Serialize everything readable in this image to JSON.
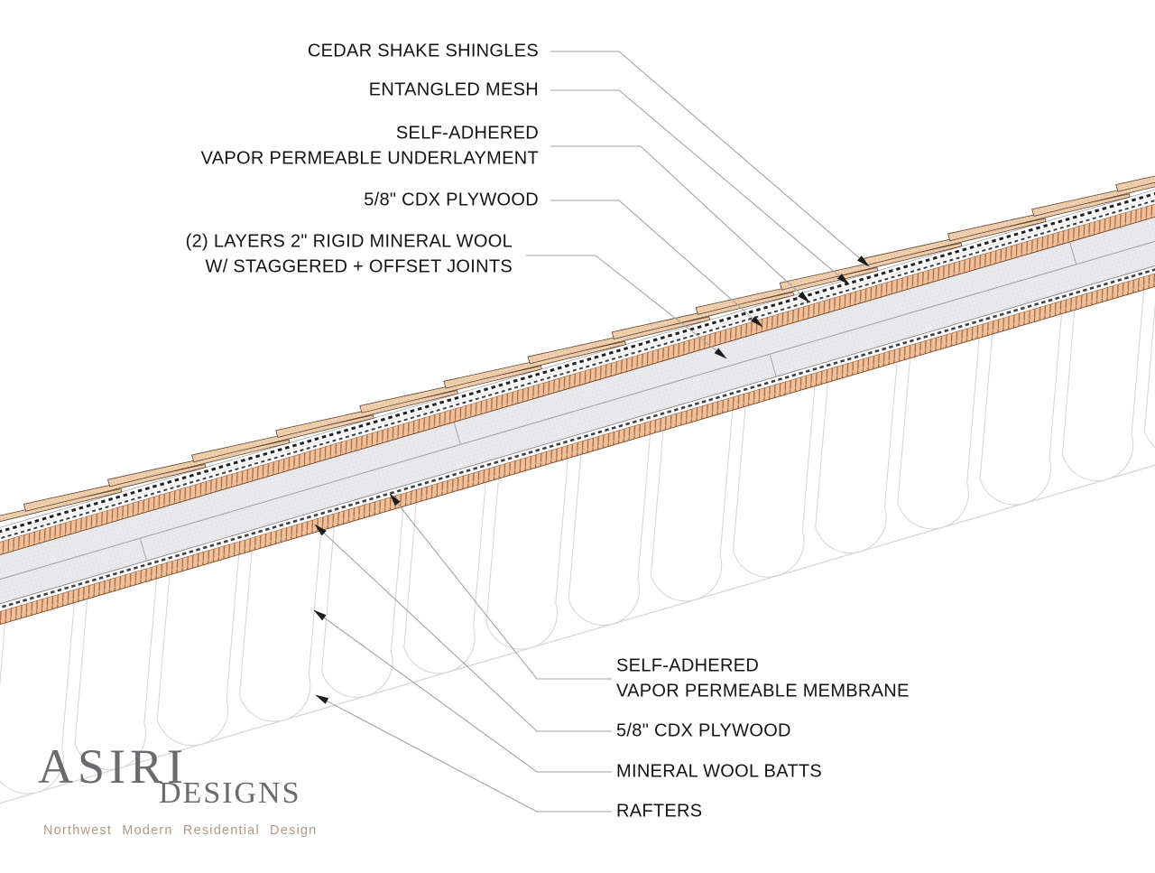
{
  "labels": {
    "top": [
      {
        "lines": [
          "CEDAR SHAKE SHINGLES"
        ]
      },
      {
        "lines": [
          "ENTANGLED MESH"
        ]
      },
      {
        "lines": [
          "SELF-ADHERED",
          "VAPOR PERMEABLE UNDERLAYMENT"
        ]
      },
      {
        "lines": [
          "5/8\" CDX PLYWOOD"
        ]
      },
      {
        "lines": [
          "(2) LAYERS 2\" RIGID MINERAL WOOL",
          "W/ STAGGERED + OFFSET JOINTS"
        ]
      }
    ],
    "bottom": [
      {
        "lines": [
          "SELF-ADHERED",
          "VAPOR PERMEABLE MEMBRANE"
        ]
      },
      {
        "lines": [
          "5/8\" CDX PLYWOOD"
        ]
      },
      {
        "lines": [
          "MINERAL WOOL BATTS"
        ]
      },
      {
        "lines": [
          "RAFTERS"
        ]
      }
    ]
  },
  "logo": {
    "brand": "ASIRI",
    "brand_suffix": "DESIGNS",
    "tagline": "Northwest Modern Residential Design"
  },
  "colors": {
    "plywood_fill": "#EEC19B",
    "plywood_hatch": "#A5613A",
    "plywood_edge": "#7E4A2B",
    "shingle_fill": "#F2D2B0",
    "shingle_hatch": "#CFA67D",
    "shingle_edge": "#5E4433",
    "wool_fill": "#EBEBED",
    "wool_grid": "#D8D8DC",
    "wool_edge": "#88888E",
    "wool_joint": "#A0A0A6",
    "membrane_dash": "#3F3F3F",
    "batt_loop": "#D7D7D7",
    "leader": "#A3A3A3",
    "arrowhead": "#1B1B1B",
    "label_text": "#141414",
    "logo_gray": "#6A6B6E",
    "logo_tagline": "#B1998B"
  }
}
